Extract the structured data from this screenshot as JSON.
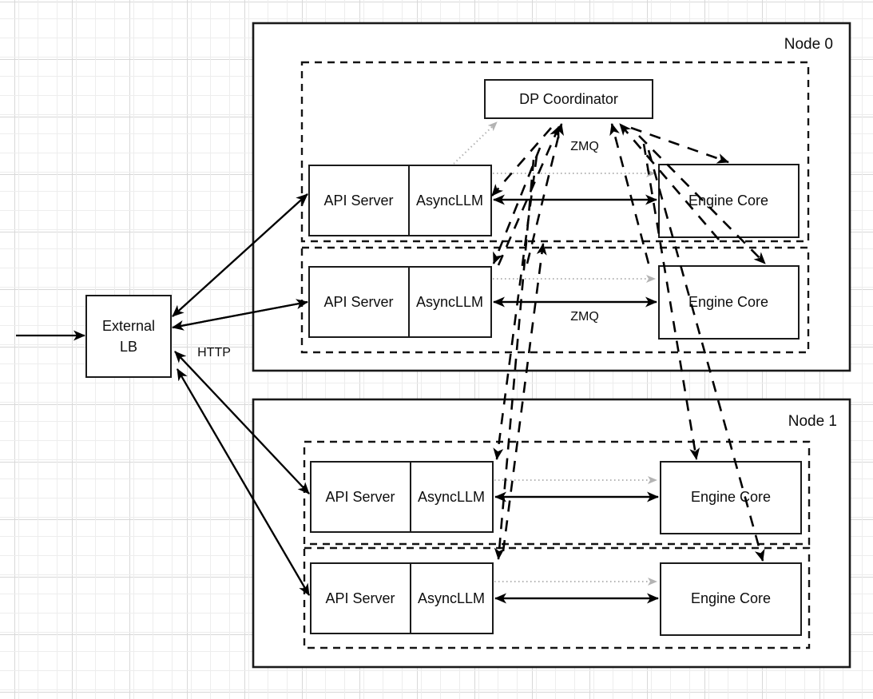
{
  "diagram": {
    "title": "vLLM data-parallel deployment topology",
    "background": "#ffffff",
    "grid": {
      "minor": 24,
      "major": 72,
      "minor_color": "#ededed",
      "major_color": "#d8d8d8"
    },
    "colors": {
      "box_stroke": "#1a1a1a",
      "box_fill": "#ffffff",
      "solid_arrow": "#000000",
      "dashed_arrow": "#000000",
      "dotted_arrow": "#b3b3b3",
      "text": "#0d0d0d"
    }
  },
  "external": {
    "lb_label_line1": "External",
    "lb_label_line2": "LB",
    "http_label": "HTTP"
  },
  "nodes": [
    {
      "id": "node0",
      "label": "Node 0",
      "coordinator": {
        "label": "DP Coordinator"
      },
      "zmq_label": "ZMQ",
      "groups": [
        {
          "id": "node0-dp0",
          "api_server": "API Server",
          "async_llm": "AsyncLLM",
          "engine_core": "Engine Core"
        },
        {
          "id": "node0-dp1",
          "api_server": "API Server",
          "async_llm": "AsyncLLM",
          "engine_core": "Engine Core",
          "zmq_label": "ZMQ"
        }
      ]
    },
    {
      "id": "node1",
      "label": "Node 1",
      "groups": [
        {
          "id": "node1-dp0",
          "api_server": "API Server",
          "async_llm": "AsyncLLM",
          "engine_core": "Engine Core"
        },
        {
          "id": "node1-dp1",
          "api_server": "API Server",
          "async_llm": "AsyncLLM",
          "engine_core": "Engine Core"
        }
      ]
    }
  ],
  "edges": {
    "ingress": "incoming request",
    "lb_to_api": "HTTP",
    "api_to_engine": "ZMQ",
    "engine_to_coordinator": "ZMQ"
  }
}
